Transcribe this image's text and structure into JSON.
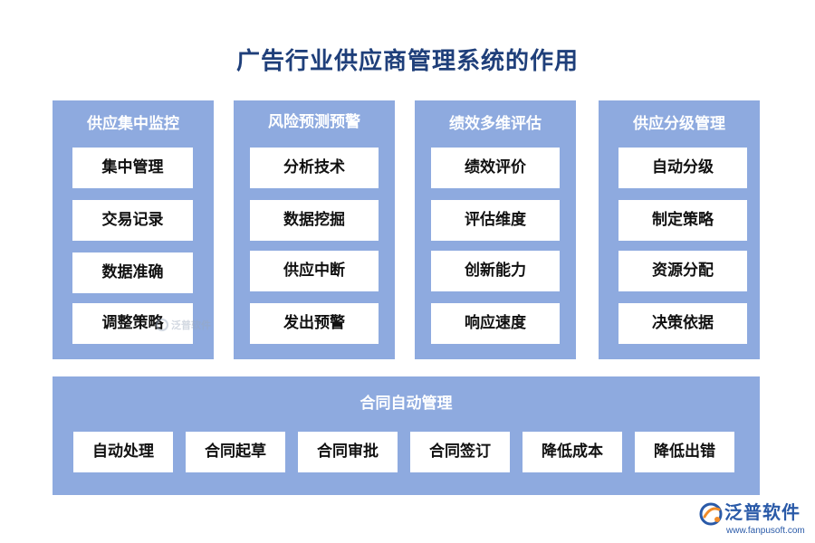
{
  "title": "广告行业供应商管理系统的作用",
  "colors": {
    "panel": "#8eaadf",
    "title": "#1f3f7a",
    "item_bg": "#ffffff",
    "brand": "#2a5aa8"
  },
  "panels": [
    {
      "title": "供应集中监控",
      "items": [
        "集中管理",
        "交易记录",
        "数据准确",
        "调整策略"
      ]
    },
    {
      "title": "风险预测预警",
      "items": [
        "分析技术",
        "数据挖掘",
        "供应中断",
        "发出预警"
      ]
    },
    {
      "title": "绩效多维评估",
      "items": [
        "绩效评价",
        "评估维度",
        "创新能力",
        "响应速度"
      ]
    },
    {
      "title": "供应分级管理",
      "items": [
        "自动分级",
        "制定策略",
        "资源分配",
        "决策依据"
      ]
    }
  ],
  "bottom_panel": {
    "title": "合同自动管理",
    "items": [
      "自动处理",
      "合同起草",
      "合同审批",
      "合同签订",
      "降低成本",
      "降低出错"
    ]
  },
  "watermark": {
    "text": "泛普软件"
  },
  "logo": {
    "name": "泛普软件",
    "url": "www.fanpusoft.com"
  }
}
